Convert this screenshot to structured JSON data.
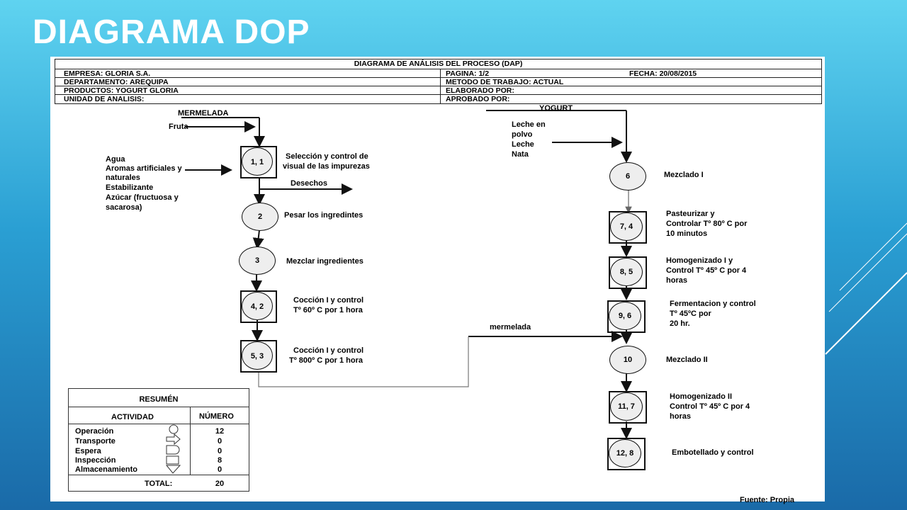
{
  "slide": {
    "title": "DIAGRAMA DOP"
  },
  "header": {
    "title": "DIAGRAMA DE ANÁLISIS DEL PROCESO (DAP)",
    "empresa": "EMPRESA: GLORIA S.A.",
    "departamento": "DEPARTAMENTO: AREQUIPA",
    "productos": "PRODUCTOS: YOGURT GLORIA",
    "unidad": "UNIDAD DE ANALISIS:",
    "pagina": "PAGINA: 1/2",
    "fecha": "FECHA: 20/08/2015",
    "metodo": "METODO DE TRABAJO: ACTUAL",
    "elaborado": "ELABORADO POR:",
    "aprobado": "APROBADO POR:"
  },
  "left_flow": {
    "title": "MERMELADA",
    "input_fruta": "Fruta",
    "inputs": [
      "Agua",
      "Aromas artificiales y",
      "naturales",
      "Estabilizante",
      "Azúcar (fructuosa y",
      "sacarosa)"
    ],
    "desechos": "Desechos",
    "steps": [
      {
        "id": "1, 1",
        "shape": "combined",
        "lines": [
          "Selección y control de",
          "visual de las impurezas"
        ]
      },
      {
        "id": "2",
        "shape": "operation",
        "lines": [
          "Pesar los ingredintes"
        ]
      },
      {
        "id": "3",
        "shape": "operation",
        "lines": [
          "Mezclar ingredientes"
        ]
      },
      {
        "id": "4, 2",
        "shape": "combined",
        "lines": [
          "Cocción I y control",
          "Tº 60º C por 1 hora"
        ]
      },
      {
        "id": "5, 3",
        "shape": "combined",
        "lines": [
          "Cocción I y control",
          "Tº 800º C por 1 hora"
        ]
      }
    ]
  },
  "right_flow": {
    "title": "YOGURT",
    "inputs": [
      "Leche en",
      "polvo",
      "Leche",
      "Nata"
    ],
    "mermelada_label": "mermelada",
    "steps": [
      {
        "id": "6",
        "shape": "operation",
        "lines": [
          "Mezclado I"
        ]
      },
      {
        "id": "7, 4",
        "shape": "combined",
        "lines": [
          "Pasteurizar y",
          "Controlar Tº 80º C por",
          "10 minutos"
        ]
      },
      {
        "id": "8, 5",
        "shape": "combined",
        "lines": [
          "Homogenizado I y",
          "Control Tº 45º C por 4",
          "horas"
        ]
      },
      {
        "id": "9, 6",
        "shape": "combined",
        "lines": [
          "Fermentacion y control",
          "Tº 45ºC por",
          "20 hr."
        ]
      },
      {
        "id": "10",
        "shape": "operation",
        "lines": [
          "Mezclado II"
        ]
      },
      {
        "id": "11, 7",
        "shape": "combined",
        "lines": [
          "Homogenizado II",
          "Control Tº 45º C por 4",
          "horas"
        ]
      },
      {
        "id": "12, 8",
        "shape": "combined",
        "lines": [
          "Embotellado y control"
        ]
      }
    ]
  },
  "summary": {
    "title": "RESUMÉN",
    "col_activity": "ACTIVIDAD",
    "col_number": "NÚMERO",
    "rows": [
      {
        "name": "Operación",
        "symbol": "circle",
        "value": "12"
      },
      {
        "name": "Transporte",
        "symbol": "arrow",
        "value": "0"
      },
      {
        "name": "Espera",
        "symbol": "d-shape",
        "value": "0"
      },
      {
        "name": "Inspección",
        "symbol": "square",
        "value": "8"
      },
      {
        "name": "Almacenamiento",
        "symbol": "triangle",
        "value": "0"
      }
    ],
    "total_label": "TOTAL:",
    "total_value": "20"
  },
  "footer": {
    "source": "Fuente: Propia"
  }
}
